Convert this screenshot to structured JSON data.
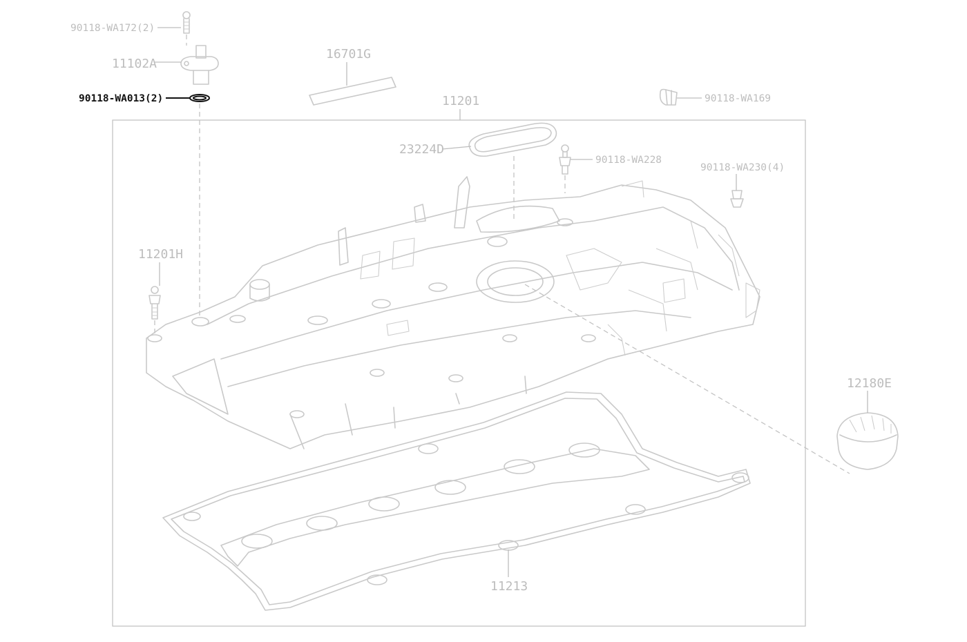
{
  "labels": {
    "bolt_top": "90118-WA172(2)",
    "sensor": "11102A",
    "oring": "90118-WA013(2)",
    "tape": "16701G",
    "cover_assy": "11201",
    "clip": "90118-WA169",
    "gasket_small": "23224D",
    "stud": "90118-WA228",
    "grommet": "90118-WA230(4)",
    "cover_bolt": "11201H",
    "oil_cap": "12180E",
    "gasket_main": "11213"
  },
  "highlight": {
    "selected_part": "90118-WA013(2)",
    "color": "#111111",
    "inactive_color": "#bdbdbd"
  }
}
